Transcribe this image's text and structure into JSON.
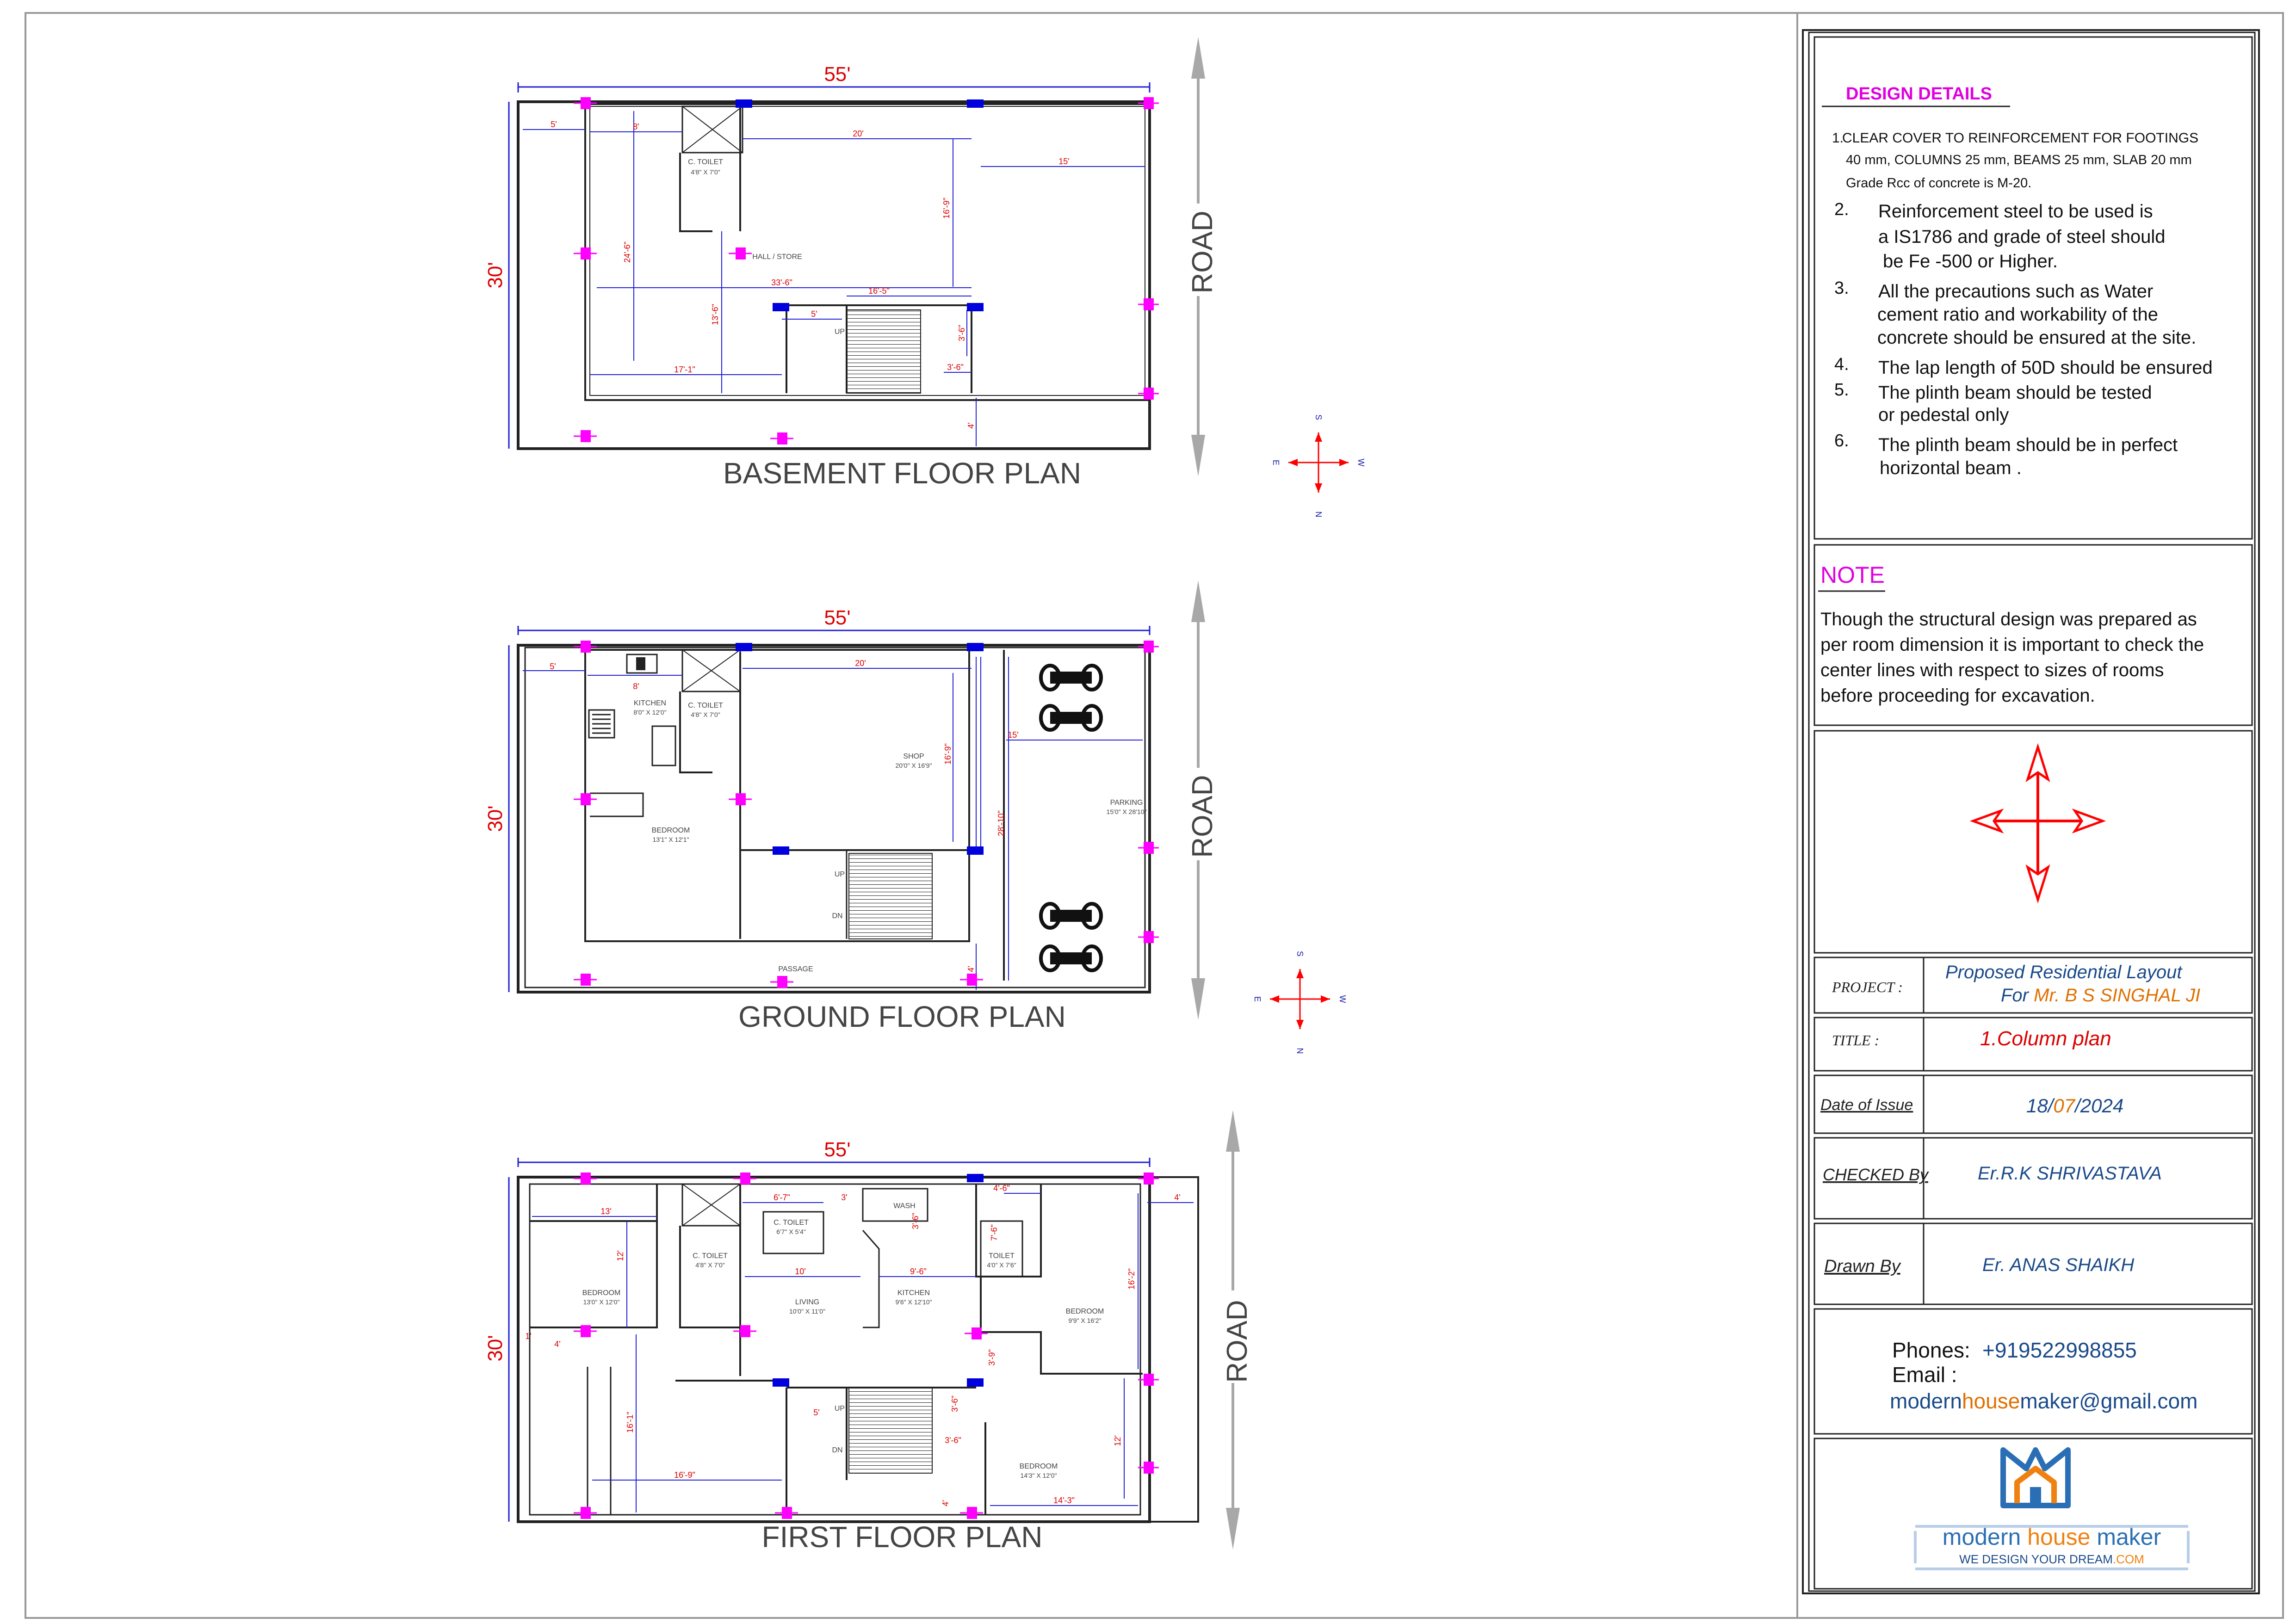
{
  "colors": {
    "wall": "#222222",
    "dimension": "#1f1fd6",
    "column_magenta": "#ff00ff",
    "column_blue": "#0000dd",
    "dim_text_red": "#dd0000",
    "road_arrow": "#a8a8a8",
    "compass_red": "#ff0000",
    "compass_blue": "#1a1aa8",
    "heading_magenta": "#e000e0",
    "blue_text": "#1a4a8a",
    "orange_text": "#e07000",
    "logo_blue": "#2a6fb5",
    "logo_orange": "#f08010"
  },
  "plans": [
    {
      "title": "BASEMENT FLOOR PLAN",
      "width_label": "55'",
      "depth_label": "30'",
      "road_label": "ROAD",
      "rooms": [
        {
          "name": "C. TOILET",
          "size": "4'8\" X 7'0\""
        },
        {
          "name": "HALL / STORE",
          "size": ""
        }
      ],
      "stair_labels": [
        "UP"
      ],
      "dims": [
        "5'",
        "8'",
        "20'",
        "15'",
        "24'-6\"",
        "16'-9\"",
        "13'-6\"",
        "33'-6\"",
        "16'-5\"",
        "5'",
        "17'-1\"",
        "3'-6\"",
        "3'-6\"",
        "4'"
      ]
    },
    {
      "title": "GROUND FLOOR PLAN",
      "width_label": "55'",
      "depth_label": "30'",
      "road_label": "ROAD",
      "rooms": [
        {
          "name": "KITCHEN",
          "size": "8'0\" X 12'0\""
        },
        {
          "name": "C. TOILET",
          "size": "4'8\" X 7'0\""
        },
        {
          "name": "SHOP",
          "size": "20'0\" X 16'9\""
        },
        {
          "name": "PARKING",
          "size": "15'0\" X 28'10\""
        },
        {
          "name": "BEDROOM",
          "size": "13'1\" X 12'1\""
        },
        {
          "name": "PASSAGE",
          "size": ""
        }
      ],
      "stair_labels": [
        "UP",
        "DN"
      ],
      "dims": [
        "5'",
        "8'",
        "20'",
        "15'",
        "16'-9\"",
        "28'-10\"",
        "4'"
      ]
    },
    {
      "title": "FIRST FLOOR PLAN",
      "width_label": "55'",
      "depth_label": "30'",
      "road_label": "ROAD",
      "rooms": [
        {
          "name": "BEDROOM",
          "size": "13'0\" X 12'0\""
        },
        {
          "name": "C. TOILET",
          "size": "4'8\" X 7'0\""
        },
        {
          "name": "C. TOILET",
          "size": "6'7\" X 5'4\""
        },
        {
          "name": "WASH",
          "size": ""
        },
        {
          "name": "TOILET",
          "size": "4'0\" X 7'6\""
        },
        {
          "name": "LIVING",
          "size": "10'0\" X 11'0\""
        },
        {
          "name": "KITCHEN",
          "size": "9'6\" X 12'10\""
        },
        {
          "name": "BEDROOM",
          "size": "9'9\" X 16'2\""
        },
        {
          "name": "BEDROOM",
          "size": "14'3\" X 12'0\""
        }
      ],
      "stair_labels": [
        "UP",
        "DN"
      ],
      "dims": [
        "13'",
        "6'-7\"",
        "3'",
        "4'-6\"",
        "4'",
        "12'",
        "10'",
        "9'-6\"",
        "7'-6\"",
        "16'-2\"",
        "1'",
        "4'",
        "3'-9\"",
        "16'-1\"",
        "5'",
        "3'-6\"",
        "3'-6\"",
        "12'",
        "16'-9\"",
        "14'-3\"",
        "4'",
        "3'-6\""
      ]
    }
  ],
  "compass": {
    "n": "N",
    "s": "S",
    "e": "E",
    "w": "W"
  },
  "title_block": {
    "design_heading": "DESIGN DETAILS",
    "design_items": [
      {
        "num": "1.",
        "text_lines": [
          "CLEAR COVER TO REINFORCEMENT FOR FOOTINGS",
          "40 mm, COLUMNS 25 mm, BEAMS 25 mm, SLAB 20 mm",
          "Grade Rcc of concrete is M-20."
        ]
      },
      {
        "num": "2.",
        "text_lines": [
          "Reinforcement steel to be used is",
          "a IS1786 and grade of steel should",
          "be Fe -500 or Higher."
        ]
      },
      {
        "num": "3.",
        "text_lines": [
          "All the precautions such as Water",
          "cement ratio and  workability of the",
          "concrete should be ensured at the site."
        ]
      },
      {
        "num": "4.",
        "text_lines": [
          "The lap length of 50D should be ensured"
        ]
      },
      {
        "num": "5.",
        "text_lines": [
          "The plinth beam should be tested",
          "or pedestal only"
        ]
      },
      {
        "num": "6.",
        "text_lines": [
          "The plinth beam should be in perfect",
          "horizontal beam ."
        ]
      }
    ],
    "note_heading": "NOTE",
    "note_lines": [
      "Though the structural design was prepared as",
      "per room dimension it is important to check the",
      "center lines with respect to sizes of rooms",
      "before proceeding for excavation."
    ],
    "project_label": "PROJECT :",
    "project_line1": "Proposed  Residential Layout",
    "project_for": "For ",
    "project_client": "Mr. B S SINGHAL JI",
    "title_label": "TITLE :",
    "title_value": "1.Column plan",
    "date_label": "Date of Issue",
    "date_day": "18/",
    "date_month": "07",
    "date_year": "/2024",
    "checked_label": "CHECKED By",
    "checked_value": "Er.R.K SHRIVASTAVA",
    "drawn_label": "Drawn By",
    "drawn_value": "Er. ANAS SHAIKH",
    "phones_label": "Phones:",
    "phones_value": "+919522998855",
    "email_label": "Email :",
    "email_part1": "modern",
    "email_part2": "house",
    "email_part3": "maker@gmail.com",
    "logo_modern": "modern ",
    "logo_house": "house ",
    "logo_maker": "maker",
    "logo_tagline": "WE DESIGN YOUR DREAM",
    "logo_tagline_com": ".COM"
  }
}
